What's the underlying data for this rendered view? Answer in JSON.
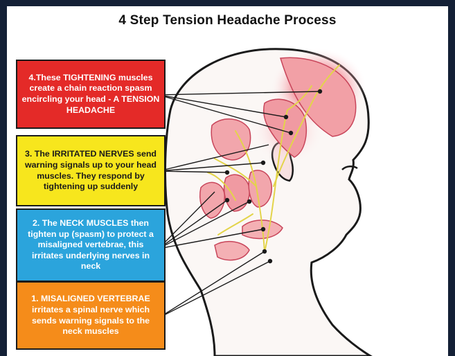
{
  "title": "4 Step Tension Headache Process",
  "colors": {
    "step4": "#e42a28",
    "step3": "#f7e61d",
    "step2": "#2ba4dc",
    "step1": "#f58c1a",
    "page_background": "#142036"
  },
  "steps": [
    {
      "number": 4,
      "text": "4.These TIGHTENING muscles create a chain reaction spasm encircling your head - A TENSION HEADACHE"
    },
    {
      "number": 3,
      "text": "3. The IRRITATED NERVES send warning signals up to your head muscles. They respond by tightening up suddenly"
    },
    {
      "number": 2,
      "text": "2. The NECK MUSCLES then tighten up (spasm) to protect a misaligned vertebrae, this irritates underlying nerves in neck"
    },
    {
      "number": 1,
      "text": "1. MISALIGNED VERTEBRAE irritates a spinal nerve which sends warning signals to the neck muscles"
    }
  ]
}
